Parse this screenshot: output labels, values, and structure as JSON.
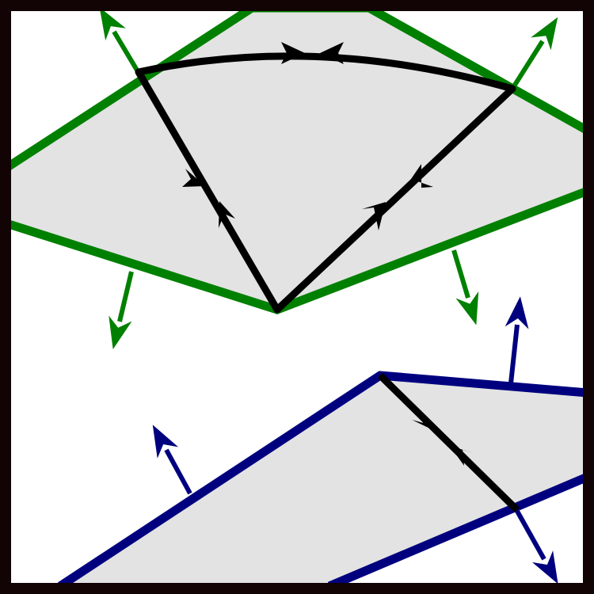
{
  "colors": {
    "frame": "#120404",
    "background": "#ffffff",
    "region_fill": "#e3e3e3",
    "green": "#008000",
    "blue": "#00007f",
    "path": "#000000"
  },
  "regions": [
    {
      "name": "upper-region",
      "boundary_color": "green"
    },
    {
      "name": "lower-region",
      "boundary_color": "blue"
    }
  ],
  "icons": {
    "normal_arrow": "arrow-icon",
    "direction_marker": "triangle-marker-icon"
  }
}
